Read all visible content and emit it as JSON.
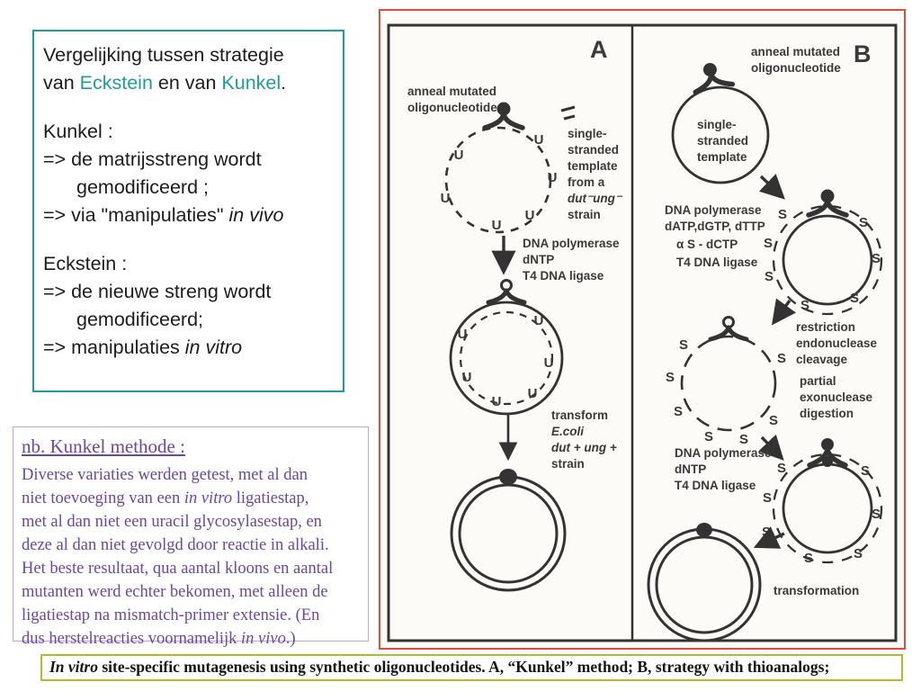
{
  "theme": {
    "teal": "#1F9C9C",
    "purple": "#6B46A8",
    "figure_border_red": "#E04D3B",
    "caption_border_olive": "#AFBD2F",
    "scan_ink": "#3A3A3A"
  },
  "box1": {
    "title_l1": "Vergelijking tussen strategie",
    "title_l2_pre": "van ",
    "eckstein": "Eckstein",
    "title_l2_mid": " en van ",
    "kunkel": "Kunkel",
    "title_l2_end": ".",
    "kunkel_heading": "Kunkel :",
    "kunkel_l1": "=> de matrijsstreng wordt",
    "kunkel_l2": "gemodificeerd ;",
    "kunkel_l3_pre": "=> via \"manipulaties\" ",
    "kunkel_l3_it": "in vivo",
    "eckstein_heading": "Eckstein :",
    "eckstein_l1": "=> de nieuwe streng wordt",
    "eckstein_l2": "gemodificeerd;",
    "eckstein_l3_pre": "=> manipulaties ",
    "eckstein_l3_it": "in vitro"
  },
  "box2": {
    "heading": "nb. Kunkel methode :",
    "l1": "Diverse variaties werden getest, met al dan",
    "l2_pre": "niet toevoeging van een ",
    "l2_it": "in vitro",
    "l2_post": " ligatiestap,",
    "l3": "met al dan niet een uracil glycosylasestap, en",
    "l4": "deze al dan niet gevolgd door reactie in alkali.",
    "l5": "Het beste resultaat, qua aantal kloons en aantal",
    "l6": "mutanten werd echter bekomen, met alleen de",
    "l7": "ligatiestap na mismatch-primer extensie. (En",
    "l8_pre": "dus herstelreacties voornamelijk ",
    "l8_it": "in vivo",
    "l8_post": ".)"
  },
  "figure": {
    "panel_a": {
      "label": "A",
      "u": "U",
      "anneal_l1": "anneal mutated",
      "anneal_l2": "oligonucleotide",
      "template_lines": [
        "single-",
        "stranded",
        "template",
        "from a",
        "dut⁻ung⁻",
        "strain"
      ],
      "step1": [
        "DNA polymerase",
        "dNTP",
        "T4 DNA ligase"
      ],
      "step2": [
        "transform",
        "E.coli",
        "dut + ung +",
        "strain"
      ]
    },
    "panel_b": {
      "label": "B",
      "s": "S",
      "anneal_l1": "anneal mutated",
      "anneal_l2": "oligonucleotide",
      "circle1_lines": [
        "single-",
        "stranded",
        "template"
      ],
      "step1": [
        "DNA polymerase",
        "dATP,dGTP, dTTP",
        "α S - dCTP",
        "T4 DNA ligase"
      ],
      "step2": [
        "restriction",
        "endonuclease",
        "cleavage"
      ],
      "step3": [
        "partial",
        "exonuclease",
        "digestion"
      ],
      "step4": [
        "DNA polymerase",
        "dNTP",
        "T4 DNA ligase"
      ],
      "transformation": "transformation"
    }
  },
  "caption": {
    "lead_it": "In vitro",
    "body": " site-specific mutagenesis using synthetic oligonucleotides. ",
    "a": "A,",
    "a_text": " “Kunkel” method; ",
    "b": "B,",
    "b_text": " strategy with thioanalogs;"
  }
}
